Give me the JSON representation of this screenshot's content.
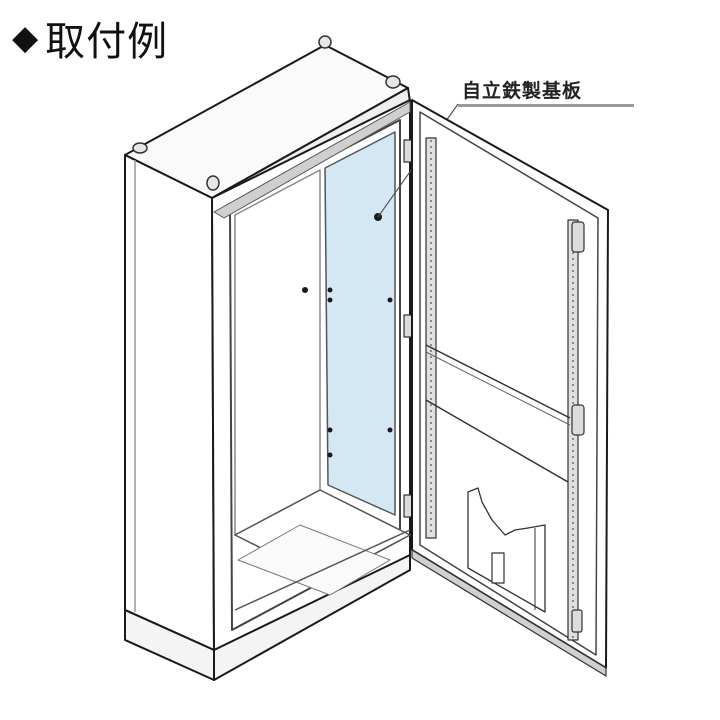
{
  "title": {
    "bullet": "◆",
    "text": "取付例"
  },
  "callout": {
    "label": "自立鉄製基板"
  },
  "colors": {
    "panel_blue": "#d4e8f4",
    "outline": "#1a1a1a",
    "frame_gray": "#9c9c9c",
    "body_fill": "#ffffff"
  },
  "illustration": {
    "subject": "free-standing steel enclosure with open door and mounting plate",
    "parts": [
      "enclosure-body",
      "roof-with-lifting-eyes",
      "mounting-plate",
      "door",
      "door-rails",
      "document-pocket",
      "base-plinth"
    ]
  }
}
